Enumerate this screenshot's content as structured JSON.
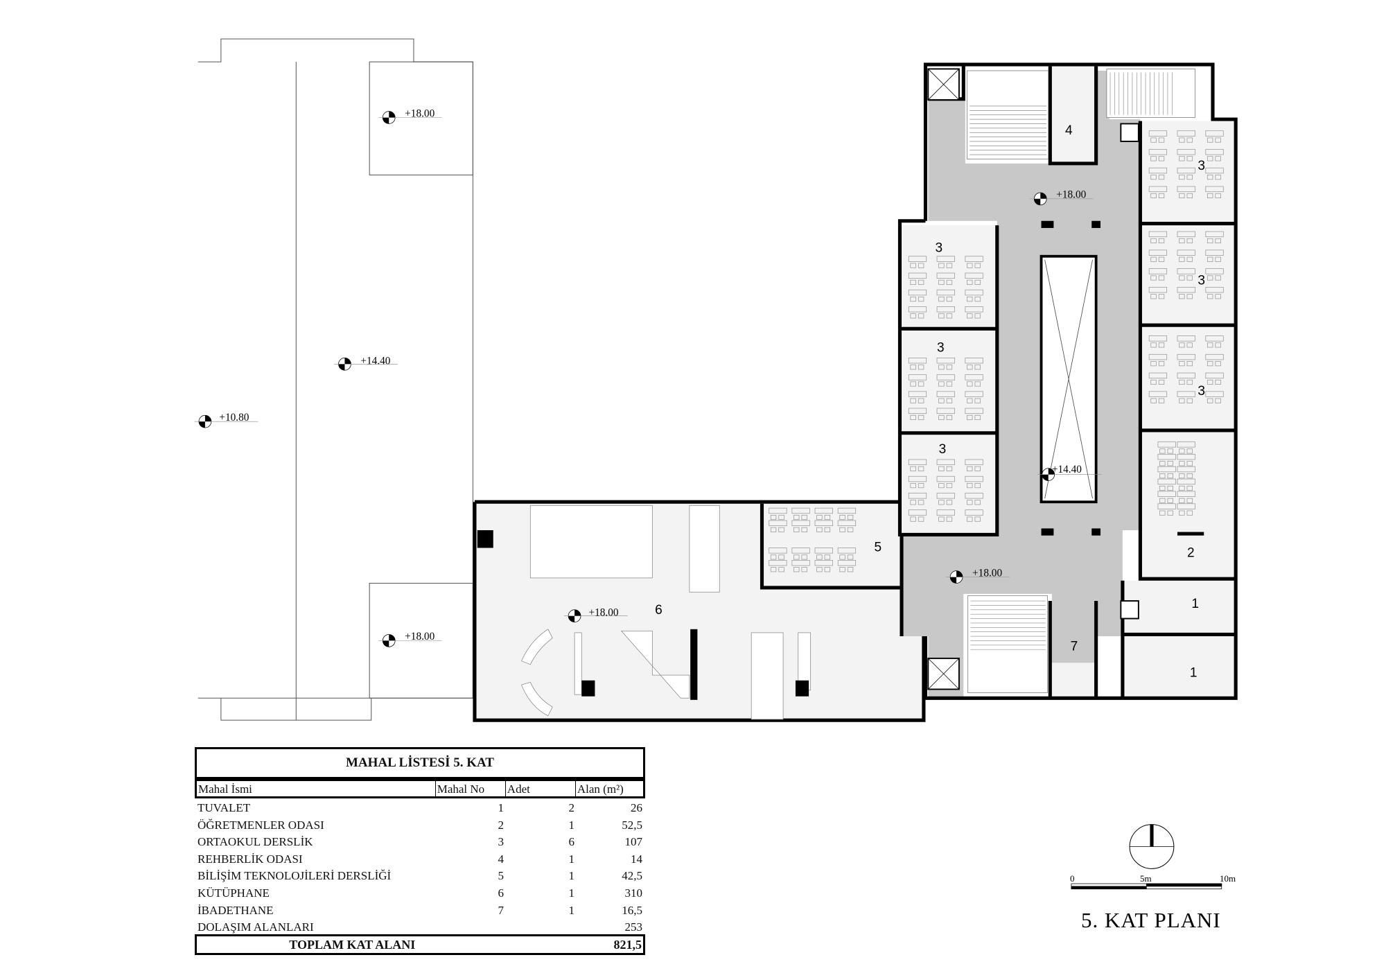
{
  "plan": {
    "elevations": {
      "top_block": "+18.00",
      "middle_slab": "+14.40",
      "low_slab": "+10.80",
      "bottom_block": "+18.00",
      "corridor_top": "+18.00",
      "void": "+14.40",
      "corridor_bottom": "+18.00",
      "library": "+18.00"
    },
    "room_numbers": {
      "rehberlik": "4",
      "class_r1": "3",
      "class_r2": "3",
      "class_r3": "3",
      "class_l1": "3",
      "class_l2": "3",
      "class_l3": "3",
      "ogretmenler": "2",
      "wc1": "1",
      "wc2": "1",
      "bilisim": "5",
      "kutuphane": "6",
      "ibadethane": "7"
    },
    "corridor_color": "#c8c8c8",
    "room_fill": "#f2f2f2"
  },
  "table": {
    "title": "MAHAL LİSTESİ 5.  KAT",
    "headers": [
      "Mahal İsmi",
      "Mahal No",
      "Adet",
      "Alan (m²)"
    ],
    "rows": [
      {
        "name": "TUVALET",
        "no": "1",
        "adet": "2",
        "alan": "26"
      },
      {
        "name": "ÖĞRETMENLER ODASI",
        "no": "2",
        "adet": "1",
        "alan": "52,5"
      },
      {
        "name": "ORTAOKUL DERSLİK",
        "no": "3",
        "adet": "6",
        "alan": "107"
      },
      {
        "name": "REHBERLİK ODASI",
        "no": "4",
        "adet": "1",
        "alan": "14"
      },
      {
        "name": "BİLİŞİM TEKNOLOJİLERİ DERSLİĞİ",
        "no": "5",
        "adet": "1",
        "alan": "42,5"
      },
      {
        "name": "KÜTÜPHANE",
        "no": "6",
        "adet": "1",
        "alan": "310"
      },
      {
        "name": "İBADETHANE",
        "no": "7",
        "adet": "1",
        "alan": "16,5"
      },
      {
        "name": "DOLAŞIM ALANLARI",
        "no": "",
        "adet": "",
        "alan": "253"
      }
    ],
    "total_label": "TOPLAM KAT ALANI",
    "total_value": "821,5"
  },
  "scale": {
    "zero": "0",
    "mid": "5m",
    "end": "10m"
  },
  "plan_title": "5.  KAT PLANI"
}
